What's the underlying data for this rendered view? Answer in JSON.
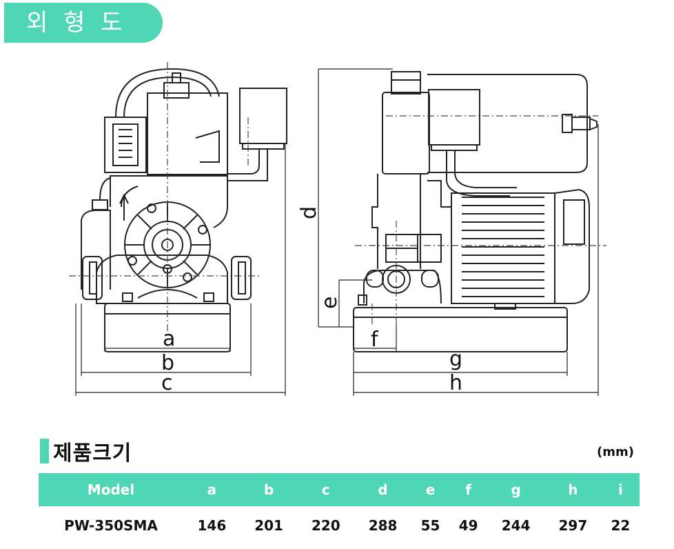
{
  "header": {
    "title": "외 형 도"
  },
  "drawing": {
    "dimension_labels": [
      "a",
      "b",
      "c",
      "d",
      "e",
      "f",
      "g",
      "h"
    ]
  },
  "spec_section": {
    "title": "제품크기",
    "unit": "(mm)",
    "columns": [
      "Model",
      "a",
      "b",
      "c",
      "d",
      "e",
      "f",
      "g",
      "h",
      "i"
    ],
    "rows": [
      [
        "PW-350SMA",
        "146",
        "201",
        "220",
        "288",
        "55",
        "49",
        "244",
        "297",
        "22"
      ]
    ]
  },
  "colors": {
    "accent": "#4fd6b4",
    "text": "#111111",
    "header_text": "#ffffff"
  }
}
